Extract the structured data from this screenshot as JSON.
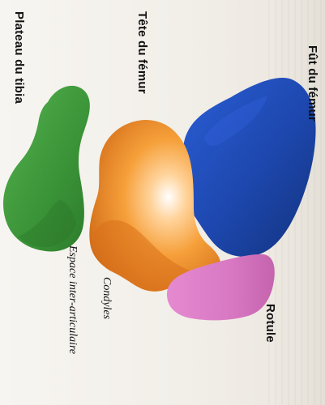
{
  "labels": {
    "fut_du_femur": "Fût du fémur",
    "tete_du_femur": "Tête du fémur",
    "plateau_du_tibia": "Plateau du tibia",
    "rotule": "Rotule",
    "condyles": "Condyles",
    "espace_inter_articulaire": "Espace inter-articulaire"
  },
  "colors": {
    "femur_shaft": "#1f4bb0",
    "femur_head": "#f08a1e",
    "tibia_plateau": "#3d9a3a",
    "patella": "#d77bc4",
    "text": "#111111"
  },
  "icons": {
    "femur_shaft": "femur-shaft-shape",
    "femur_head": "femur-head-shape",
    "tibia_plateau": "tibia-plateau-shape",
    "patella": "patella-shape"
  }
}
